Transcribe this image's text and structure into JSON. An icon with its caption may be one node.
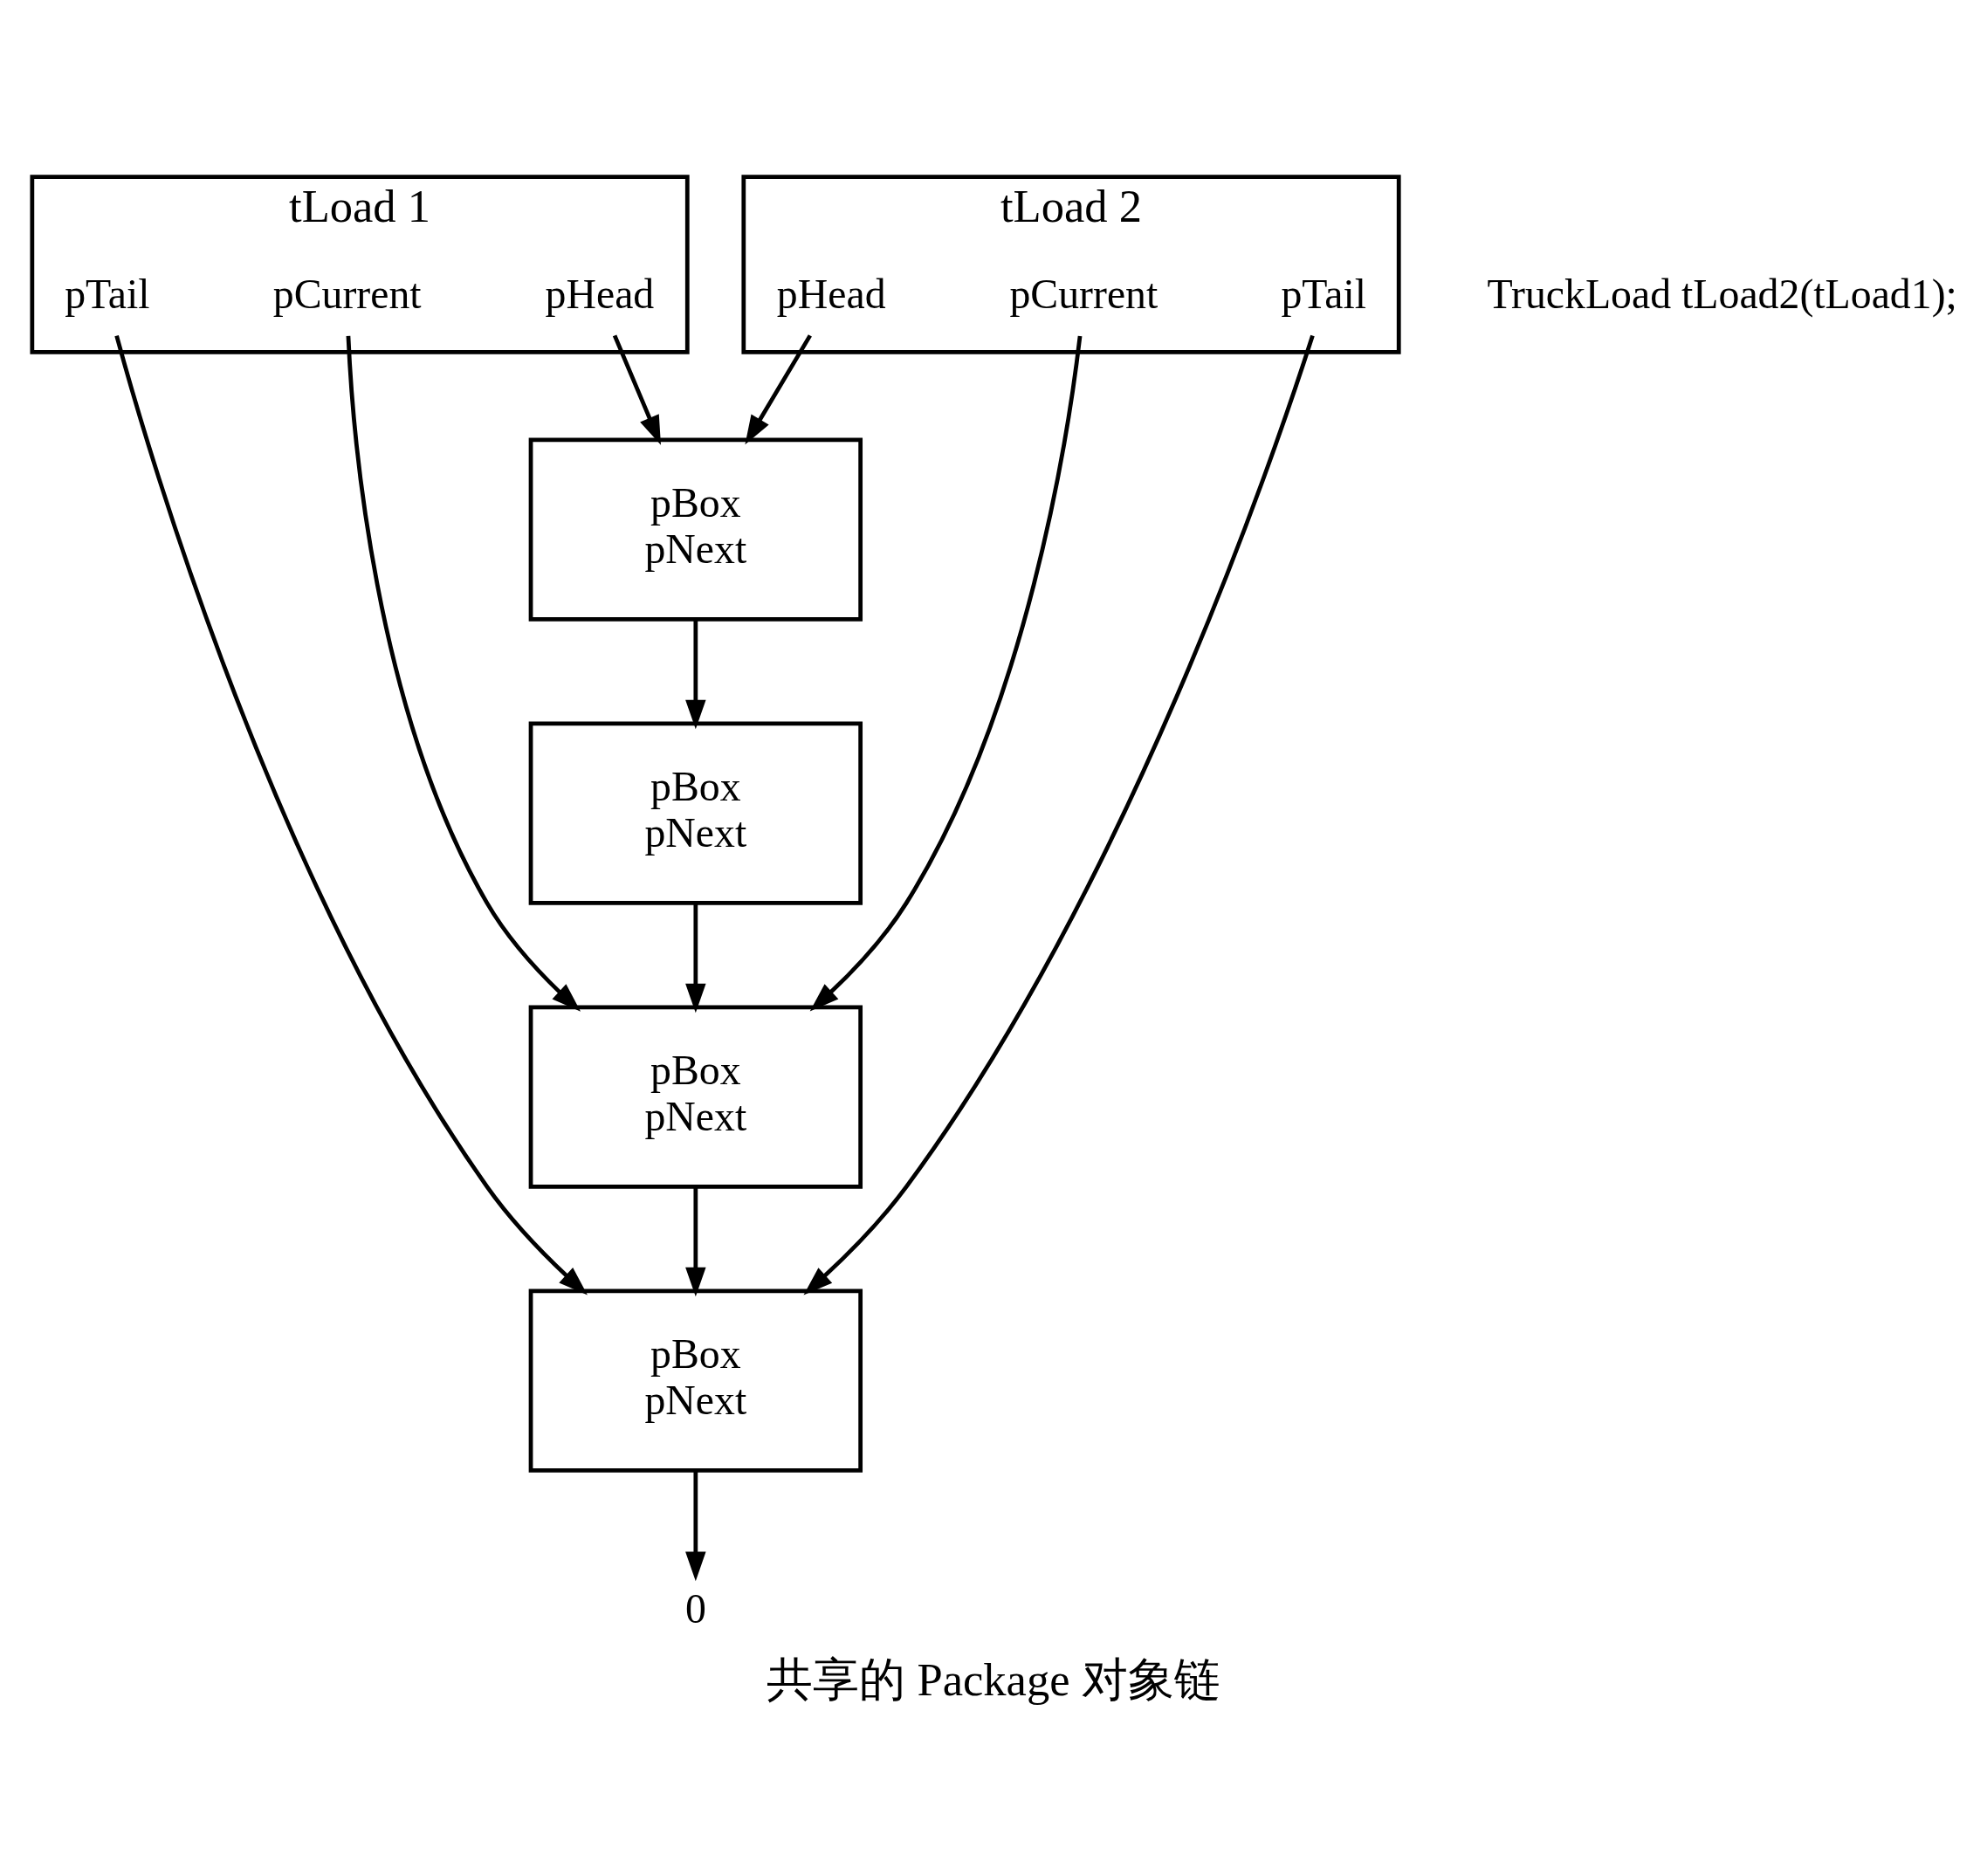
{
  "diagram": {
    "caption": "共享的 Package 对象链",
    "nodes": [
      {
        "text": [
          "tLoad 1"
        ]
      },
      {
        "text": [
          "pHead"
        ],
        "in": 0
      },
      {
        "text": [
          "pCurrent"
        ],
        "in": 0
      },
      {
        "text": [
          "pTail"
        ],
        "in": 0
      },
      {
        "text": [
          "tLoad 2"
        ]
      },
      {
        "text": [
          "pHead"
        ],
        "in": 4
      },
      {
        "text": [
          "pCurrent"
        ],
        "in": 4
      },
      {
        "text": [
          "pTail"
        ],
        "in": 4
      },
      {
        "text": [
          "pBox",
          "pNext"
        ]
      },
      {
        "text": [
          "pBox",
          "pNext"
        ]
      },
      {
        "text": [
          "pBox",
          "pNext"
        ]
      },
      {
        "text": [
          "pBox",
          "pNext"
        ]
      },
      {
        "text": [
          "0"
        ]
      }
    ],
    "edges": [
      {
        "from": 1,
        "to": 8,
        "arrow": "to"
      },
      {
        "from": 2,
        "to": 10,
        "arrow": "to"
      },
      {
        "from": 3,
        "to": 11,
        "arrow": "to"
      },
      {
        "from": 5,
        "to": 8,
        "arrow": "to"
      },
      {
        "from": 6,
        "to": 10,
        "arrow": "to"
      },
      {
        "from": 7,
        "to": 11,
        "arrow": "to"
      },
      {
        "from": 8,
        "to": 9,
        "arrow": "to"
      },
      {
        "from": 9,
        "to": 10,
        "arrow": "to"
      },
      {
        "from": 10,
        "to": 11,
        "arrow": "to"
      },
      {
        "from": 11,
        "to": 12,
        "arrow": "to"
      }
    ],
    "labels": [
      "TruckLoad tLoad2(tLoad1);"
    ]
  }
}
